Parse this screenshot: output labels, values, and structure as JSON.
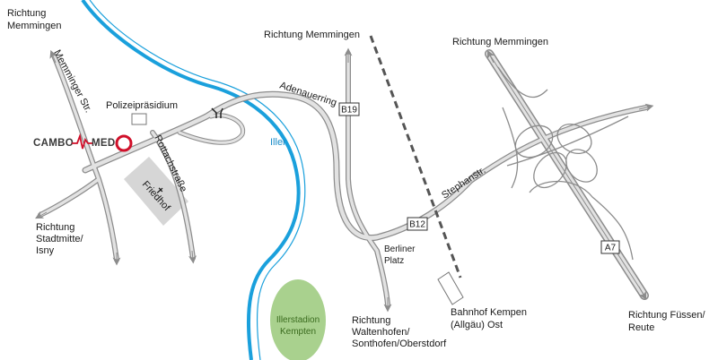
{
  "destinations": {
    "memmingen_topleft_line1": "Richtung",
    "memmingen_topleft_line2": "Memmingen",
    "memmingen_b19": "Richtung Memmingen",
    "memmingen_a7": "Richtung Memmingen",
    "stadtmitte_line1": "Richtung",
    "stadtmitte_line2": "Stadtmitte/",
    "stadtmitte_line3": "Isny",
    "waltenhofen_line1": "Richtung",
    "waltenhofen_line2": "Waltenhofen/",
    "waltenhofen_line3": "Sonthofen/Oberstdorf",
    "fuessen_line1": "Richtung Füssen/",
    "fuessen_line2": "Reute"
  },
  "streets": {
    "memminger": "Memminger Str.",
    "adenauerring": "Adenauerring",
    "rottachstrasse": "Rottachstraße",
    "stephanstr": "Stephanstr.",
    "berliner_platz_line1": "Berliner",
    "berliner_platz_line2": "Platz"
  },
  "places": {
    "polizei": "Polizeipräsidium",
    "friedhof_symbol": "✝",
    "friedhof": "Friedhof",
    "iller": "Iller",
    "illerstadion_line1": "Illerstadion",
    "illerstadion_line2": "Kempten",
    "bahnhof_line1": "Bahnhof Kempen",
    "bahnhof_line2": "(Allgäu) Ost"
  },
  "shields": {
    "b19": "B19",
    "b12": "B12",
    "a7": "A7"
  },
  "logo": {
    "left": "CAMBO",
    "right": "MED"
  },
  "colors": {
    "river": "#1aa0dc",
    "road_fill": "#e2e2e2",
    "road_edge": "#8c8c8c",
    "stadium": "#a9d18e",
    "friedhof": "#d6d6d6",
    "railway": "#555555",
    "logo_red": "#d0102a",
    "logo_dark": "#3a3a3a"
  }
}
